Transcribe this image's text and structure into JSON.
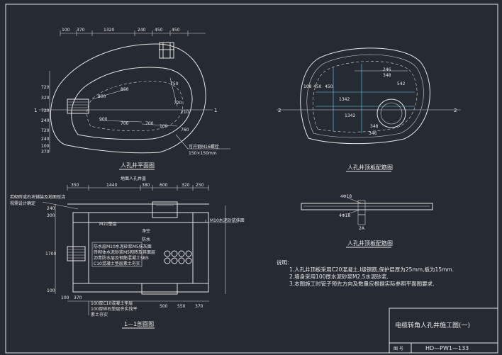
{
  "plan": {
    "dims_top": [
      "100",
      "370",
      "1320",
      "240",
      "450",
      "450"
    ],
    "dims_left": [
      "720",
      "320",
      "720",
      "240",
      "720",
      "240",
      "100",
      "370"
    ],
    "inner": [
      "800",
      "850",
      "900",
      "700",
      "720",
      "210",
      "700",
      "100",
      "750",
      "760"
    ],
    "section_marks": [
      "1",
      "1"
    ],
    "callout": [
      "可开钢M16螺栓",
      "150×150mm"
    ],
    "caption": "人孔井平面图"
  },
  "roof": {
    "dims": [
      "108",
      "450",
      "1342",
      "246",
      "1342",
      "542",
      "348",
      "346",
      "348",
      "450"
    ],
    "section_marks": [
      "2",
      "2"
    ],
    "caption": "人孔井顶板配筋图"
  },
  "section": {
    "dims_top": [
      "350",
      "1440",
      "380",
      "600",
      "320",
      "250"
    ],
    "top_label": "地面人孔井盖",
    "left_callout": [
      "若砌砖或石块铺装及地面现浇",
      "视需设计确定"
    ],
    "right_callout": "M10水泥砂浆抹面",
    "inner_labels": [
      "净空",
      "防水",
      "M10垫层"
    ],
    "layer_labels": [
      "防水层M10水泥砂浆M5抹灰面",
      "砖砌体水泥砂浆M5砌砖及其面层",
      "沥青防水层及钢筋混凝土SBS",
      "C10混凝土垫层素土夯实"
    ],
    "left_dims": [
      "240",
      "300",
      "1700",
      "100"
    ],
    "bottom_dims": [
      "100",
      "370",
      "500",
      "550",
      "370"
    ],
    "bottom_notes": [
      "100厚C10混凝土垫层",
      "100厚碎石垫层夯实找平",
      "素土夯实"
    ],
    "caption": "1—1剖面图"
  },
  "detail": {
    "labels": [
      "4Φ18",
      "4Φ18"
    ],
    "section_mark": "2A",
    "caption": "人孔井顶板配筋图"
  },
  "notes": {
    "heading": "说明:",
    "items": [
      "1.人孔井顶板采用C20混凝土,I级钢筋,保护层厚为25mm,板为15mm.",
      "2.墙身采用100厚水泥砂浆M2.5水泥砂浆.",
      "3.本图施工时管子预先方向及数量应根据实际参照平面图要求."
    ]
  },
  "titleblock": {
    "title": "电缆转角人孔井施工图(一)",
    "no_label": "图 号",
    "drawing_no": "HD—PW1—133"
  },
  "colors": {
    "background": "#262a32",
    "lines": "#e6e6e6",
    "accent": "#5fd8f0"
  }
}
